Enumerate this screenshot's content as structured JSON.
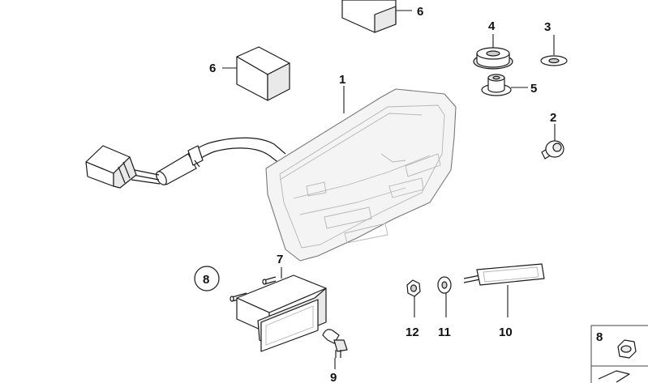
{
  "callouts": {
    "c1": "1",
    "c2": "2",
    "c3": "3",
    "c4": "4",
    "c5": "5",
    "c6a": "6",
    "c6b": "6",
    "c7": "7",
    "c8": "8",
    "c9": "9",
    "c10": "10",
    "c11": "11",
    "c12": "12",
    "c8_ref": "8"
  }
}
